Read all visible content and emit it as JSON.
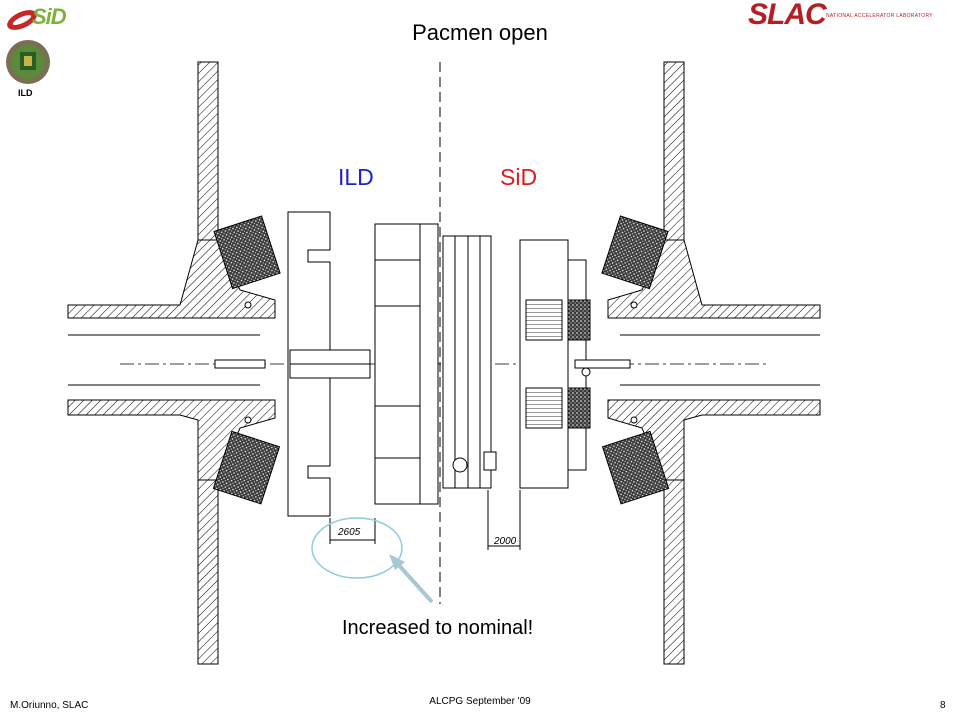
{
  "slide": {
    "title": "Pacmen open",
    "label_ild": "ILD",
    "label_sid": "SiD",
    "callout": "Increased to nominal!",
    "footer_left": "M.Oriunno, SLAC",
    "footer_center": "ALCPG September '09",
    "page_number": "8"
  },
  "logos": {
    "sid": "SiD",
    "ild_caption": "ILD",
    "slac": "SLAC",
    "slac_sub": "NATIONAL ACCELERATOR LABORATORY"
  },
  "dimensions": {
    "left": "2605",
    "right": "2000"
  },
  "colors": {
    "ild_label": "#1f1fd2",
    "sid_label": "#e01b1b",
    "callout_arrow": "#a9c6d6",
    "callout_circle": "#8ecbe0"
  }
}
